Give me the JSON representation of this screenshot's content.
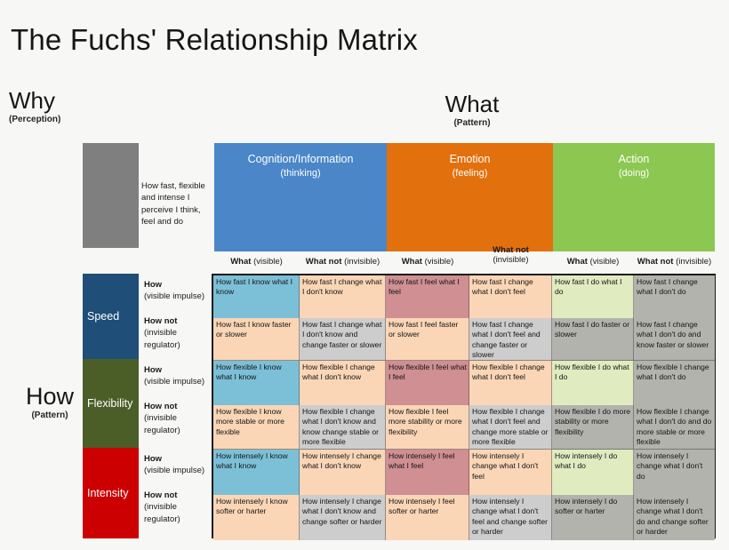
{
  "title": "The Fuchs' Relationship Matrix",
  "axes": {
    "why": {
      "word": "Why",
      "sub": "(Perception)"
    },
    "what": {
      "word": "What",
      "sub": "(Pattern)"
    },
    "how": {
      "word": "How",
      "sub": "(Pattern)"
    }
  },
  "why_block": {
    "swatch_color": "#7f7f7f",
    "description": "How fast, flexible and intense I perceive I think, feel and do"
  },
  "categories": [
    {
      "name": "Cognition/Information",
      "sub": "(thinking)",
      "color": "#4a86c8"
    },
    {
      "name": "Emotion",
      "sub": "(feeling)",
      "color": "#e2700c"
    },
    {
      "name": "Action",
      "sub": "(doing)",
      "color": "#8cc751"
    }
  ],
  "subheaders": [
    {
      "bold": "What",
      "paren": "(visible)"
    },
    {
      "bold": "What not",
      "paren": "(invisible)"
    },
    {
      "bold": "What",
      "paren": "(visible)"
    },
    {
      "bold": "What not",
      "paren": "(invisible)"
    },
    {
      "bold": "What",
      "paren": "(visible)"
    },
    {
      "bold": "What not",
      "paren": "(invisible)"
    }
  ],
  "rows": [
    {
      "name": "Speed",
      "color": "#1f4e79",
      "how_visible": {
        "bold": "How",
        "paren": "(visible impulse)"
      },
      "how_invisible": {
        "bold": "How not",
        "paren": "(invisible regulator)"
      },
      "cells_visible": [
        "How fast I know what I know",
        "How fast I change what I don't know",
        "How fast I feel what I feel",
        "How fast I change what I don't feel",
        "How fast I do what I do",
        "How fast  I change what I don't do"
      ],
      "cells_invisible": [
        "How fast I know faster or slower",
        "How fast I change what I don't know and change faster or slower",
        "How fast I feel faster or slower",
        "How fast I change what I don't feel and change faster or slower",
        "How fast I do faster or slower",
        "How fast I change what I don't do and know faster or slower"
      ]
    },
    {
      "name": "Flexibility",
      "color": "#4c5e28",
      "how_visible": {
        "bold": "How",
        "paren": "(visible impulse)"
      },
      "how_invisible": {
        "bold": "How not",
        "paren": "(invisible regulator)"
      },
      "cells_visible": [
        "How flexible I know what I know",
        "How flexible I change what I don't know",
        "How flexible I feel what I feel",
        "How flexible I change what I don't feel",
        "How flexible I do what I do",
        "How flexible I change what I don't do"
      ],
      "cells_invisible": [
        "How flexible I know more stable or more flexible",
        "How flexible I change what I don't know and know change stable or more flexible",
        "How flexible I feel more stability or more flexibility",
        "How flexible I change what I don't feel and change more stable or more flexible",
        "How flexible I do more stability or more flexibility",
        "How flexible I change what I don't do and do more stable or more flexible"
      ]
    },
    {
      "name": "Intensity",
      "color": "#cc0000",
      "how_visible": {
        "bold": "How",
        "paren": "(visible impulse)"
      },
      "how_invisible": {
        "bold": "How not",
        "paren": "(invisible regulator)"
      },
      "cells_visible": [
        "How intensely I know what I know",
        "How intensely I change what I don't know",
        "How intensely I feel what I feel",
        "How intensely I change what I don't feel",
        "How intensely I do what I do",
        "How intensely I change what I don't do"
      ],
      "cells_invisible": [
        "How intensely I know softer or harter",
        "How intensely I change what I don't know and change softer or harder",
        "How intensely I feel softer or harter",
        "How intensely I change what I don't feel and change softer or harder",
        "How intensely I do softer or harter",
        "How intensely I change what I don't do and change softer or harder"
      ]
    }
  ],
  "cell_colors": {
    "visible_cognition": "#7cc0d8",
    "visible_emotion": "#cf8f93",
    "visible_action": "#e0ebc0",
    "invisible_peach": "#fad6b6",
    "invisible_gray": "#cdcdcd",
    "action_gray": "#b3b3ad"
  }
}
